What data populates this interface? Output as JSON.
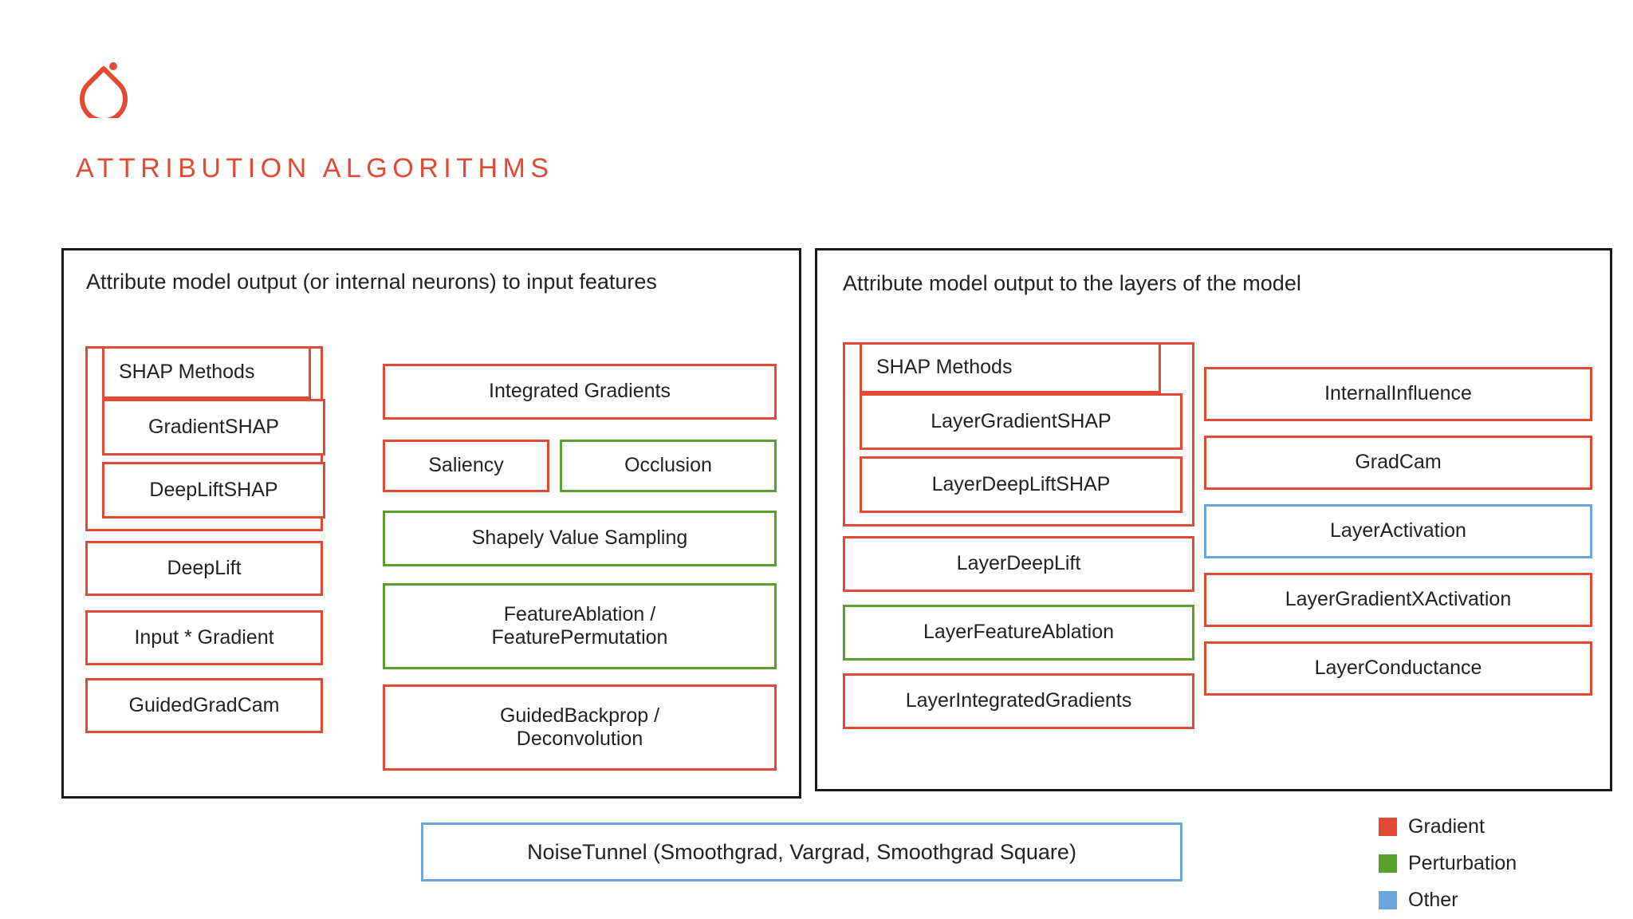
{
  "brand": {
    "logo_icon": "pytorch-flame-icon",
    "accent_color": "#e24a33"
  },
  "page_title": "ATTRIBUTION ALGORITHMS",
  "colors": {
    "gradient": "#e24a33",
    "perturbation": "#5aa02c",
    "other": "#6aa6dc",
    "panel_border": "#1a1a1a",
    "text": "#222222"
  },
  "panels": [
    {
      "id": "input-attribution",
      "caption": "Attribute model output (or internal neurons) to input features",
      "col_left": {
        "shap_group": {
          "header": "SHAP Methods",
          "children": [
            "GradientSHAP",
            "DeepLiftSHAP"
          ]
        },
        "items": [
          {
            "label": "DeepLift",
            "category": "gradient"
          },
          {
            "label": "Input * Gradient",
            "category": "gradient"
          },
          {
            "label": "GuidedGradCam",
            "category": "gradient"
          }
        ]
      },
      "col_right": {
        "items": [
          {
            "label": "Integrated Gradients",
            "category": "gradient"
          },
          {
            "label": "Saliency",
            "category": "gradient"
          },
          {
            "label": "Occlusion",
            "category": "perturbation"
          },
          {
            "label": "Shapely Value Sampling",
            "category": "perturbation"
          },
          {
            "label": "FeatureAblation /\nFeaturePermutation",
            "category": "perturbation"
          },
          {
            "label": "GuidedBackprop /\nDeconvolution",
            "category": "gradient"
          }
        ]
      }
    },
    {
      "id": "layer-attribution",
      "caption": "Attribute model output to the layers of the model",
      "col_left": {
        "shap_group": {
          "header": "SHAP Methods",
          "children": [
            "LayerGradientSHAP",
            "LayerDeepLiftSHAP"
          ]
        },
        "items": [
          {
            "label": "LayerDeepLift",
            "category": "gradient"
          },
          {
            "label": "LayerFeatureAblation",
            "category": "perturbation"
          },
          {
            "label": "LayerIntegratedGradients",
            "category": "gradient"
          }
        ]
      },
      "col_right": {
        "items": [
          {
            "label": "InternalInfluence",
            "category": "gradient"
          },
          {
            "label": "GradCam",
            "category": "gradient"
          },
          {
            "label": "LayerActivation",
            "category": "other"
          },
          {
            "label": "LayerGradientXActivation",
            "category": "gradient"
          },
          {
            "label": "LayerConductance",
            "category": "gradient"
          }
        ]
      }
    }
  ],
  "noise_tunnel": {
    "label": "NoiseTunnel (Smoothgrad, Vargrad, Smoothgrad Square)",
    "category": "other"
  },
  "legend": {
    "items": [
      {
        "label": "Gradient",
        "color": "#e24a33"
      },
      {
        "label": "Perturbation",
        "color": "#5aa02c"
      },
      {
        "label": "Other",
        "color": "#6aa6dc"
      }
    ]
  }
}
